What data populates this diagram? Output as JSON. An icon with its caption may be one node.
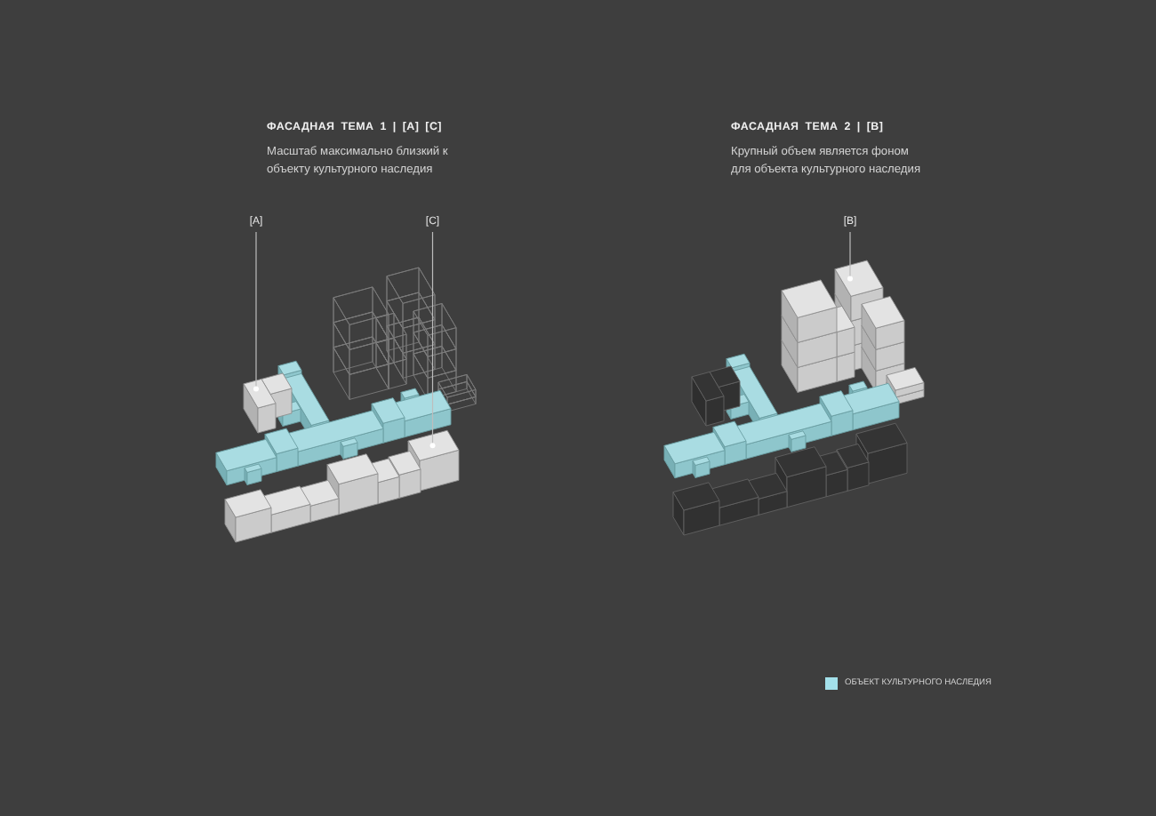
{
  "diagram": {
    "nodes": [
      {
        "text": [
          "[A]"
        ]
      },
      {
        "text": [],
        "shape": "box"
      },
      {
        "text": [
          "[C]"
        ]
      },
      {
        "text": [],
        "shape": "box"
      },
      {
        "text": [
          "[B]"
        ]
      },
      {
        "text": [],
        "shape": "box"
      }
    ],
    "edges": [
      {
        "from": 0,
        "to": 1,
        "arrow": "other"
      },
      {
        "from": 2,
        "to": 3,
        "arrow": "other"
      },
      {
        "from": 4,
        "to": 5,
        "arrow": "other"
      }
    ],
    "labels": [
      "ФАСАДНАЯ ТЕМА 1 | [A] [C]",
      "Масштаб максимально близкий к объекту культурного наследия",
      "ФАСАДНАЯ ТЕМА 2 | [B]",
      "Крупный объем является фоном для объекта культурного наследия"
    ],
    "legend": [
      {
        "text": "ОБЪЕКТ КУЛЬТУРНОГО НАСЛЕДИЯ",
        "color": "#a3e0ea"
      }
    ]
  }
}
